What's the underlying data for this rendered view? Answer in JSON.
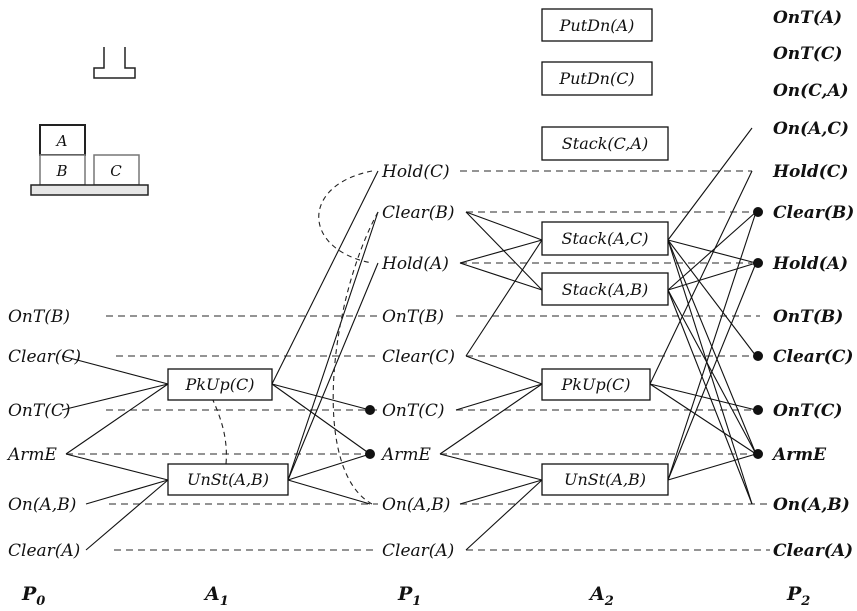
{
  "levels": {
    "p0": {
      "base": "P",
      "sub": "0"
    },
    "a1": {
      "base": "A",
      "sub": "1"
    },
    "p1": {
      "base": "P",
      "sub": "1"
    },
    "a2": {
      "base": "A",
      "sub": "2"
    },
    "p2": {
      "base": "P",
      "sub": "2"
    }
  },
  "blocks": {
    "a": "A",
    "b": "B",
    "c": "C"
  },
  "p0": {
    "ont_b": "OnT(B)",
    "clear_c": "Clear(C)",
    "ont_c": "OnT(C)",
    "arme": "ArmE",
    "on_a_b": "On(A,B)",
    "clear_a": "Clear(A)"
  },
  "a1": {
    "pkup_c": "PkUp(C)",
    "unst_a_b": "UnSt(A,B)"
  },
  "p1": {
    "hold_c": "Hold(C)",
    "clear_b": "Clear(B)",
    "hold_a": "Hold(A)",
    "ont_b": "OnT(B)",
    "clear_c": "Clear(C)",
    "ont_c": "OnT(C)",
    "arme": "ArmE",
    "on_a_b": "On(A,B)",
    "clear_a": "Clear(A)"
  },
  "a2": {
    "putdn_a": "PutDn(A)",
    "putdn_c": "PutDn(C)",
    "stack_c_a": "Stack(C,A)",
    "stack_a_c": "Stack(A,C)",
    "stack_a_b": "Stack(A,B)",
    "pkup_c": "PkUp(C)",
    "unst_a_b": "UnSt(A,B)"
  },
  "p2": {
    "ont_a": "OnT(A)",
    "ont_c_top": "OnT(C)",
    "on_c_a": "On(C,A)",
    "on_a_c": "On(A,C)",
    "hold_c": "Hold(C)",
    "clear_b": "Clear(B)",
    "hold_a": "Hold(A)",
    "ont_b": "OnT(B)",
    "clear_c": "Clear(C)",
    "ont_c": "OnT(C)",
    "arme": "ArmE",
    "on_a_b": "On(A,B)",
    "clear_a": "Clear(A)"
  }
}
